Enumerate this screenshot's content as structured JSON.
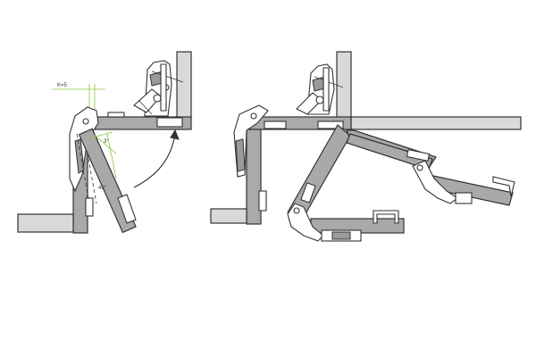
{
  "labels": {
    "k_value": "K=5",
    "angle_small": "3°",
    "angle_mark": "45°"
  },
  "colors": {
    "panel": "#a9a9a9",
    "light": "#d9d9d9",
    "stroke": "#333333",
    "dimension": "#8dc63f"
  }
}
